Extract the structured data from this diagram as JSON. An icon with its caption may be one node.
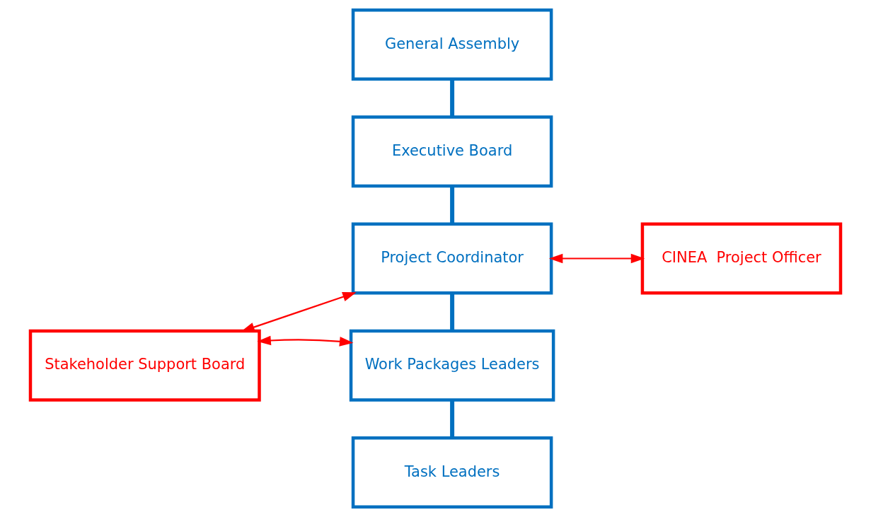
{
  "diagram": {
    "nodes": [
      {
        "text": [
          "General Assembly"
        ]
      },
      {
        "text": [
          "Executive Board"
        ]
      },
      {
        "text": [
          "Project Coordinator"
        ]
      },
      {
        "text": [
          "CINEA  Project Officer"
        ]
      },
      {
        "text": [
          "Stakeholder Support Board"
        ]
      },
      {
        "text": [
          "Work Packages Leaders"
        ]
      },
      {
        "text": [
          "Task Leaders"
        ]
      }
    ],
    "edges": [
      {
        "from": 0,
        "to": 1,
        "arrow": "none"
      },
      {
        "from": 1,
        "to": 2,
        "arrow": "none"
      },
      {
        "from": 2,
        "to": 3,
        "arrow": "both",
        "color": "#ff0000"
      },
      {
        "from": 2,
        "to": 4,
        "arrow": "both",
        "color": "#ff0000"
      },
      {
        "from": 2,
        "to": 5,
        "arrow": "none"
      },
      {
        "from": 4,
        "to": 5,
        "arrow": "both",
        "color": "#ff0000"
      },
      {
        "from": 5,
        "to": 6,
        "arrow": "none"
      }
    ]
  }
}
